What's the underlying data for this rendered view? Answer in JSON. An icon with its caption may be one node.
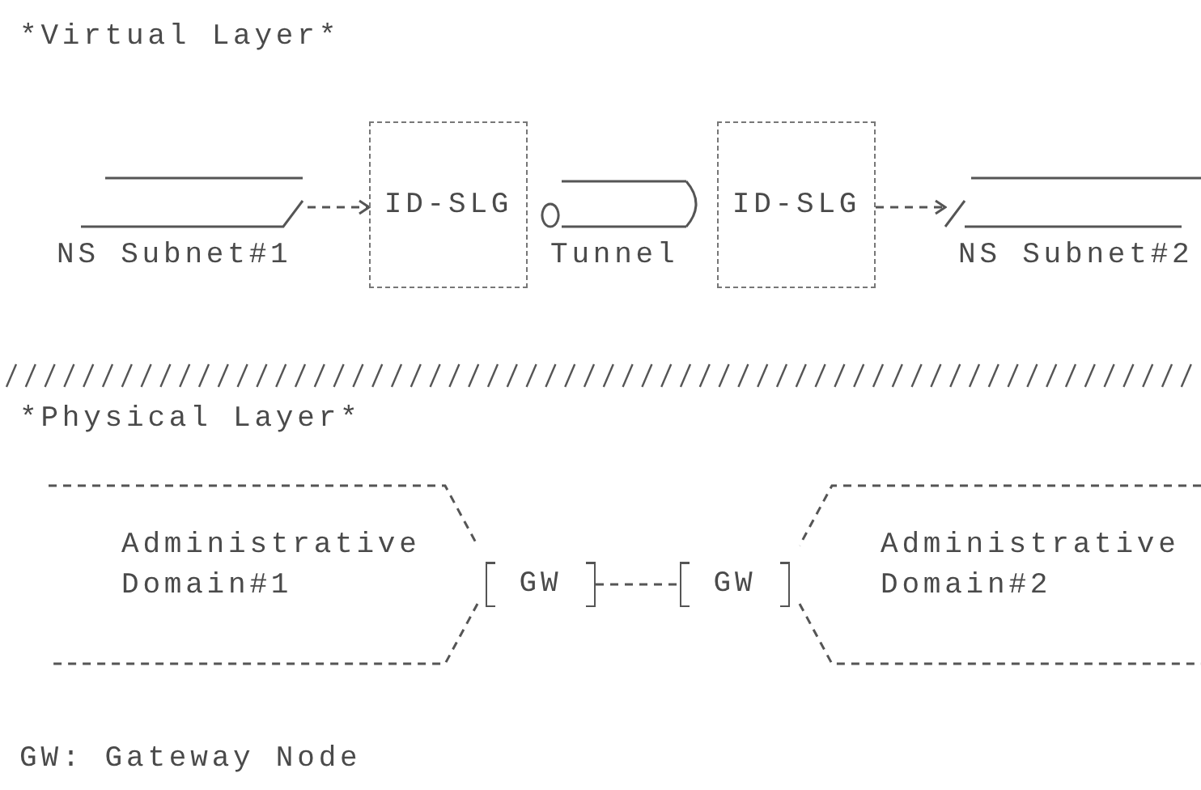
{
  "diagram": {
    "nodes": [
      {
        "text": [
          "NS Subnet#1"
        ]
      },
      {
        "text": [
          "ID-SLG"
        ]
      },
      {
        "text": [
          "Tunnel"
        ]
      },
      {
        "text": [
          "ID-SLG"
        ]
      },
      {
        "text": [
          "NS Subnet#2"
        ]
      },
      {
        "text": [
          "Administrative Domain#1"
        ]
      },
      {
        "text": [
          "GW"
        ]
      },
      {
        "text": [
          "GW"
        ]
      },
      {
        "text": [
          "Administrative Domain#2"
        ]
      }
    ],
    "edges": [
      {
        "from": 0,
        "to": 1,
        "arrow": "to",
        "style": "dashed"
      },
      {
        "from": 3,
        "to": 4,
        "arrow": "to",
        "style": "dashed"
      },
      {
        "from": 6,
        "to": 7,
        "arrow": "none",
        "style": "dashed"
      }
    ],
    "labels": [
      "*Virtual Layer*",
      "*Physical Layer*",
      "GW: Gateway Node"
    ]
  }
}
